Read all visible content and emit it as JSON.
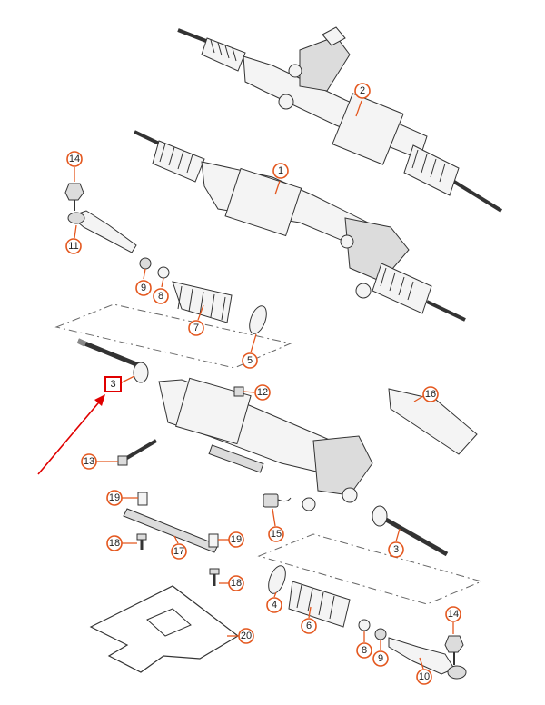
{
  "diagram": {
    "highlighted_part": "3",
    "highlight_color": "#e00000",
    "callout_color": "#e4571e",
    "callouts": {
      "c2": "2",
      "c1": "1",
      "c14a": "14",
      "c11": "11",
      "c9a": "9",
      "c8a": "8",
      "c7": "7",
      "c5": "5",
      "c3a": "3",
      "c12": "12",
      "c16": "16",
      "c13": "13",
      "c19a": "19",
      "c19b": "19",
      "c18a": "18",
      "c17": "17",
      "c18b": "18",
      "c15": "15",
      "c3b": "3",
      "c4": "4",
      "c6": "6",
      "c14b": "14",
      "c8b": "8",
      "c9b": "9",
      "c10": "10",
      "c20": "20"
    }
  }
}
